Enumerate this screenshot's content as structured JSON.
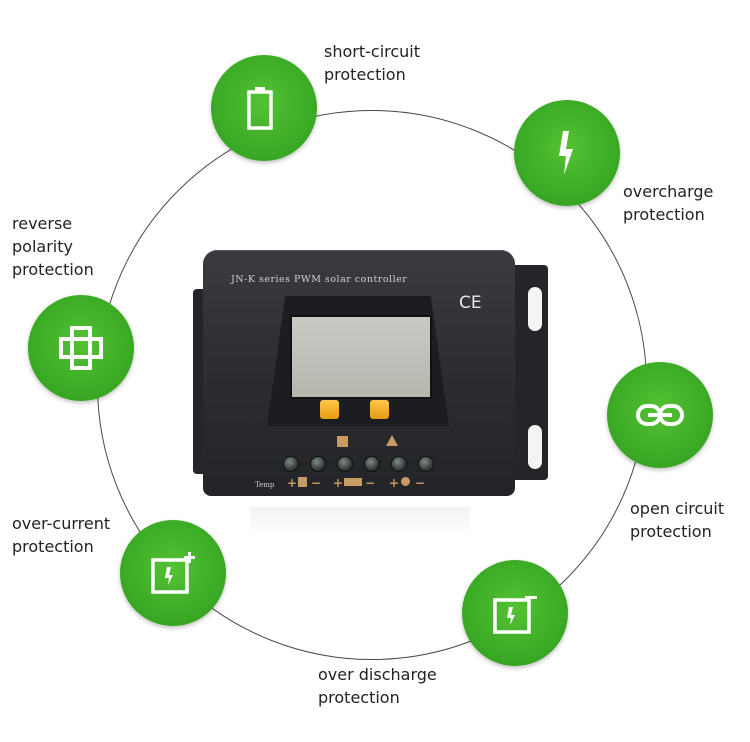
{
  "features": [
    {
      "id": "short-circuit",
      "icon": "battery-icon",
      "lines": [
        "short-circuit",
        "protection"
      ]
    },
    {
      "id": "overcharge",
      "icon": "lightning-icon",
      "lines": [
        "overcharge",
        "protection"
      ]
    },
    {
      "id": "reverse-polarity",
      "icon": "cross-shape-icon",
      "lines": [
        "reverse",
        "polarity",
        "protection"
      ]
    },
    {
      "id": "open-circuit",
      "icon": "chain-link-icon",
      "lines": [
        "open circuit",
        "protection"
      ]
    },
    {
      "id": "over-current",
      "icon": "battery-plus-icon",
      "lines": [
        "over-current",
        "protection"
      ]
    },
    {
      "id": "over-discharge",
      "icon": "battery-minus-icon",
      "lines": [
        "over discharge",
        "protection"
      ]
    }
  ],
  "device": {
    "model_label": "JN-K series PWM solar controller",
    "ce_mark": "CE",
    "temp_label": "Temp",
    "plus": "+",
    "minus": "−"
  },
  "colors": {
    "badge_green": "#3cab25",
    "icon_white": "#ffffff",
    "device_body": "#2a2c30",
    "button_amber": "#f2a825"
  }
}
